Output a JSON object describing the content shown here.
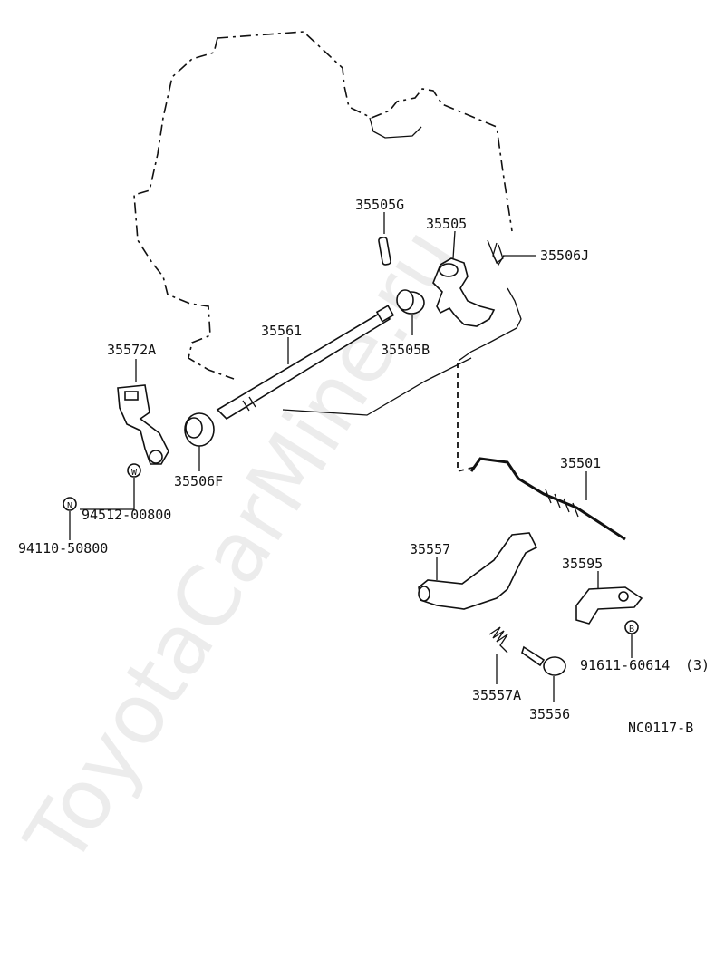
{
  "watermark": "ToyotaCarMine.ru",
  "diagram_code": "NC0117-B",
  "part_labels": {
    "p35505G": "35505G",
    "p35505": "35505",
    "p35506J": "35506J",
    "p35561": "35561",
    "p35505B": "35505B",
    "p35572A": "35572A",
    "p35506F": "35506F",
    "p94512": "94512-00800",
    "p94110": "94110-50800",
    "p35501": "35501",
    "p35557": "35557",
    "p35595": "35595",
    "p91611": "91611-60614",
    "p91611_qty": "(3)",
    "p35557A": "35557A",
    "p35556": "35556"
  },
  "ref_marks": {
    "w": "W",
    "n": "N",
    "b": "B"
  }
}
